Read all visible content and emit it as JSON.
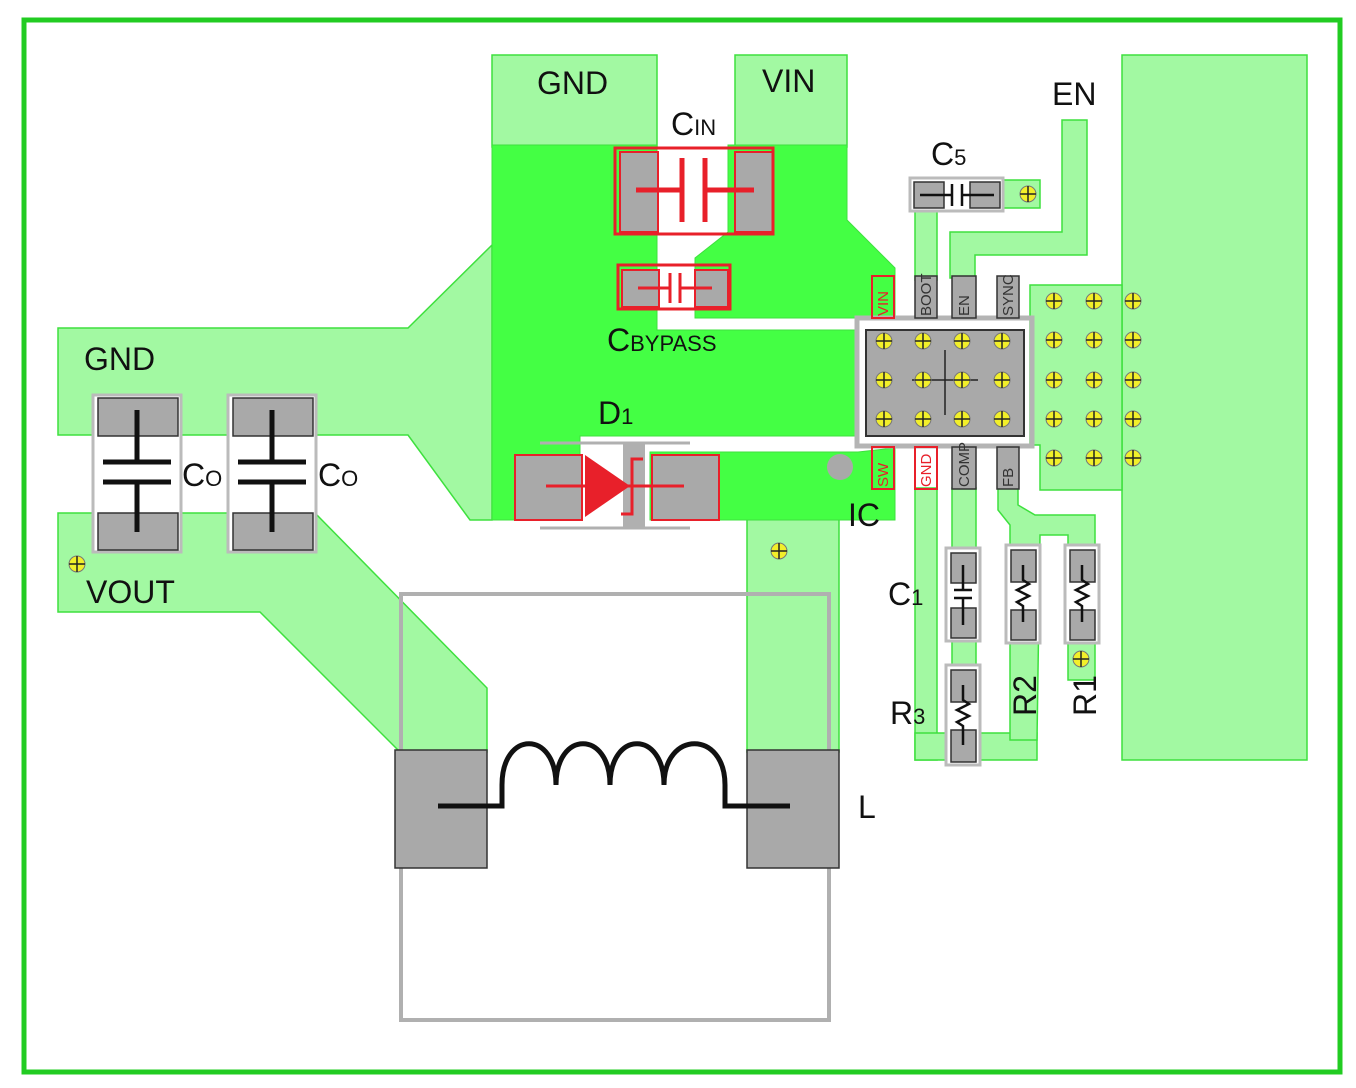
{
  "labels": {
    "gnd_top": "GND",
    "vin_top": "VIN",
    "en": "EN",
    "cin": {
      "main": "C",
      "sub": "IN"
    },
    "c5": {
      "main": "C",
      "sub": "5"
    },
    "cbypass": {
      "main": "C",
      "sub": "BYPASS"
    },
    "d1": {
      "main": "D",
      "sub": "1"
    },
    "gnd_left": "GND",
    "co1": {
      "main": "C",
      "sub": "O"
    },
    "co2": {
      "main": "C",
      "sub": "O"
    },
    "vout": "VOUT",
    "ic": "IC",
    "c1": {
      "main": "C",
      "sub": "1"
    },
    "r3": {
      "main": "R",
      "sub": "3"
    },
    "r2": "R2",
    "r1": "R1",
    "l": "L"
  },
  "ic_pins": {
    "top": [
      "VIN",
      "BOOT",
      "EN",
      "SYNC"
    ],
    "bottom": [
      "SW",
      "GND",
      "COMP",
      "FB"
    ]
  },
  "colors": {
    "copper_light": "#a2f9a2",
    "copper_bright": "#44ff44",
    "pad": "#a9a9a9",
    "highlight": "#e8202a",
    "via": "#f2ef2a",
    "border": "#22cc22"
  }
}
